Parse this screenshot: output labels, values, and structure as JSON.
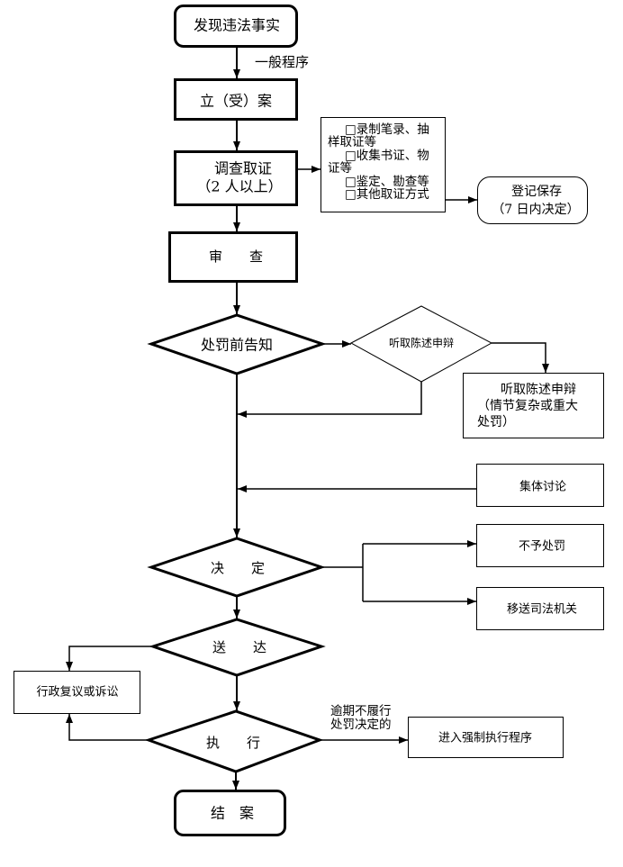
{
  "flowchart": {
    "nodes": {
      "discover": "发现违法事实",
      "file_case": "立（受）案",
      "investigate": [
        "调查取证",
        "（2 人以上）"
      ],
      "evidence_methods": [
        "□录制笔录、抽",
        "样取证等",
        "□收集书证、物",
        "证等",
        "□鉴定、勘查等",
        "□其他取证方式"
      ],
      "register_preserve": [
        "登记保存",
        "（7 日内决定）"
      ],
      "review": "审　　查",
      "pre_notice": "处罚前告知",
      "hear_statement": "听取陈述申辩",
      "hear_statement_detail": [
        "听取陈述申辩",
        "（情节复杂或重大",
        "处罚）"
      ],
      "collective_discussion": "集体讨论",
      "decision": "决　　定",
      "no_penalty": "不予处罚",
      "transfer_judicial": "移送司法机关",
      "deliver": "送　　达",
      "review_litigation": "行政复议或诉讼",
      "execute": "执　　行",
      "enforce": "进入强制执行程序",
      "close": "结　案"
    },
    "edge_labels": {
      "general_procedure": "一般程序",
      "overdue": [
        "逾期不履行",
        "处罚决定的"
      ]
    }
  },
  "colors": {
    "line": "#000000",
    "fill": "#ffffff",
    "text": "#000000"
  }
}
